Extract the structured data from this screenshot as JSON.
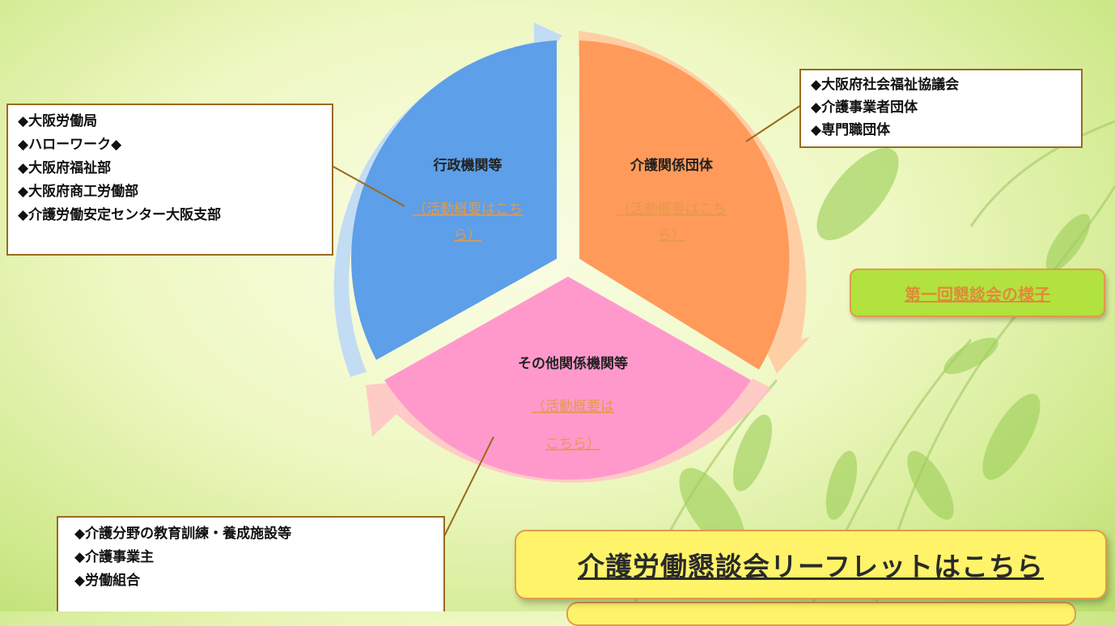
{
  "segments": {
    "admin": {
      "title": "行政機関等",
      "link_line1": "（活動概要はこち",
      "link_line2": "ら）",
      "color": "#5d9fe8"
    },
    "care": {
      "title": "介護関係団体",
      "link_line1": "（活動概要はこち",
      "link_line2": "ら）",
      "color": "#ff9a5a"
    },
    "other": {
      "title": "その他関係機関等",
      "link_line1": "（活動概要は",
      "link_line2": "こちら）",
      "color": "#ff99cc"
    }
  },
  "callouts": {
    "admin": [
      "◆大阪労働局",
      "◆ハローワーク◆",
      "◆大阪府福祉部",
      "◆大阪府商工労働部",
      "◆介護労働安定センター大阪支部"
    ],
    "care": [
      "◆大阪府社会福祉協議会",
      "◆介護事業者団体",
      "◆専門職団体"
    ],
    "other": [
      "◆介護分野の教育訓練・養成施設等",
      "◆介護事業主",
      "◆労働組合"
    ]
  },
  "buttons": {
    "first_meeting": "第一回懇談会の様子",
    "leaflet": "介護労働懇談会リーフレットはこちら"
  },
  "colors": {
    "accent_link": "#e39a4a",
    "callout_border": "#9a6a1e",
    "green_button": "#b2e23e",
    "yellow_button": "#fff36a"
  }
}
